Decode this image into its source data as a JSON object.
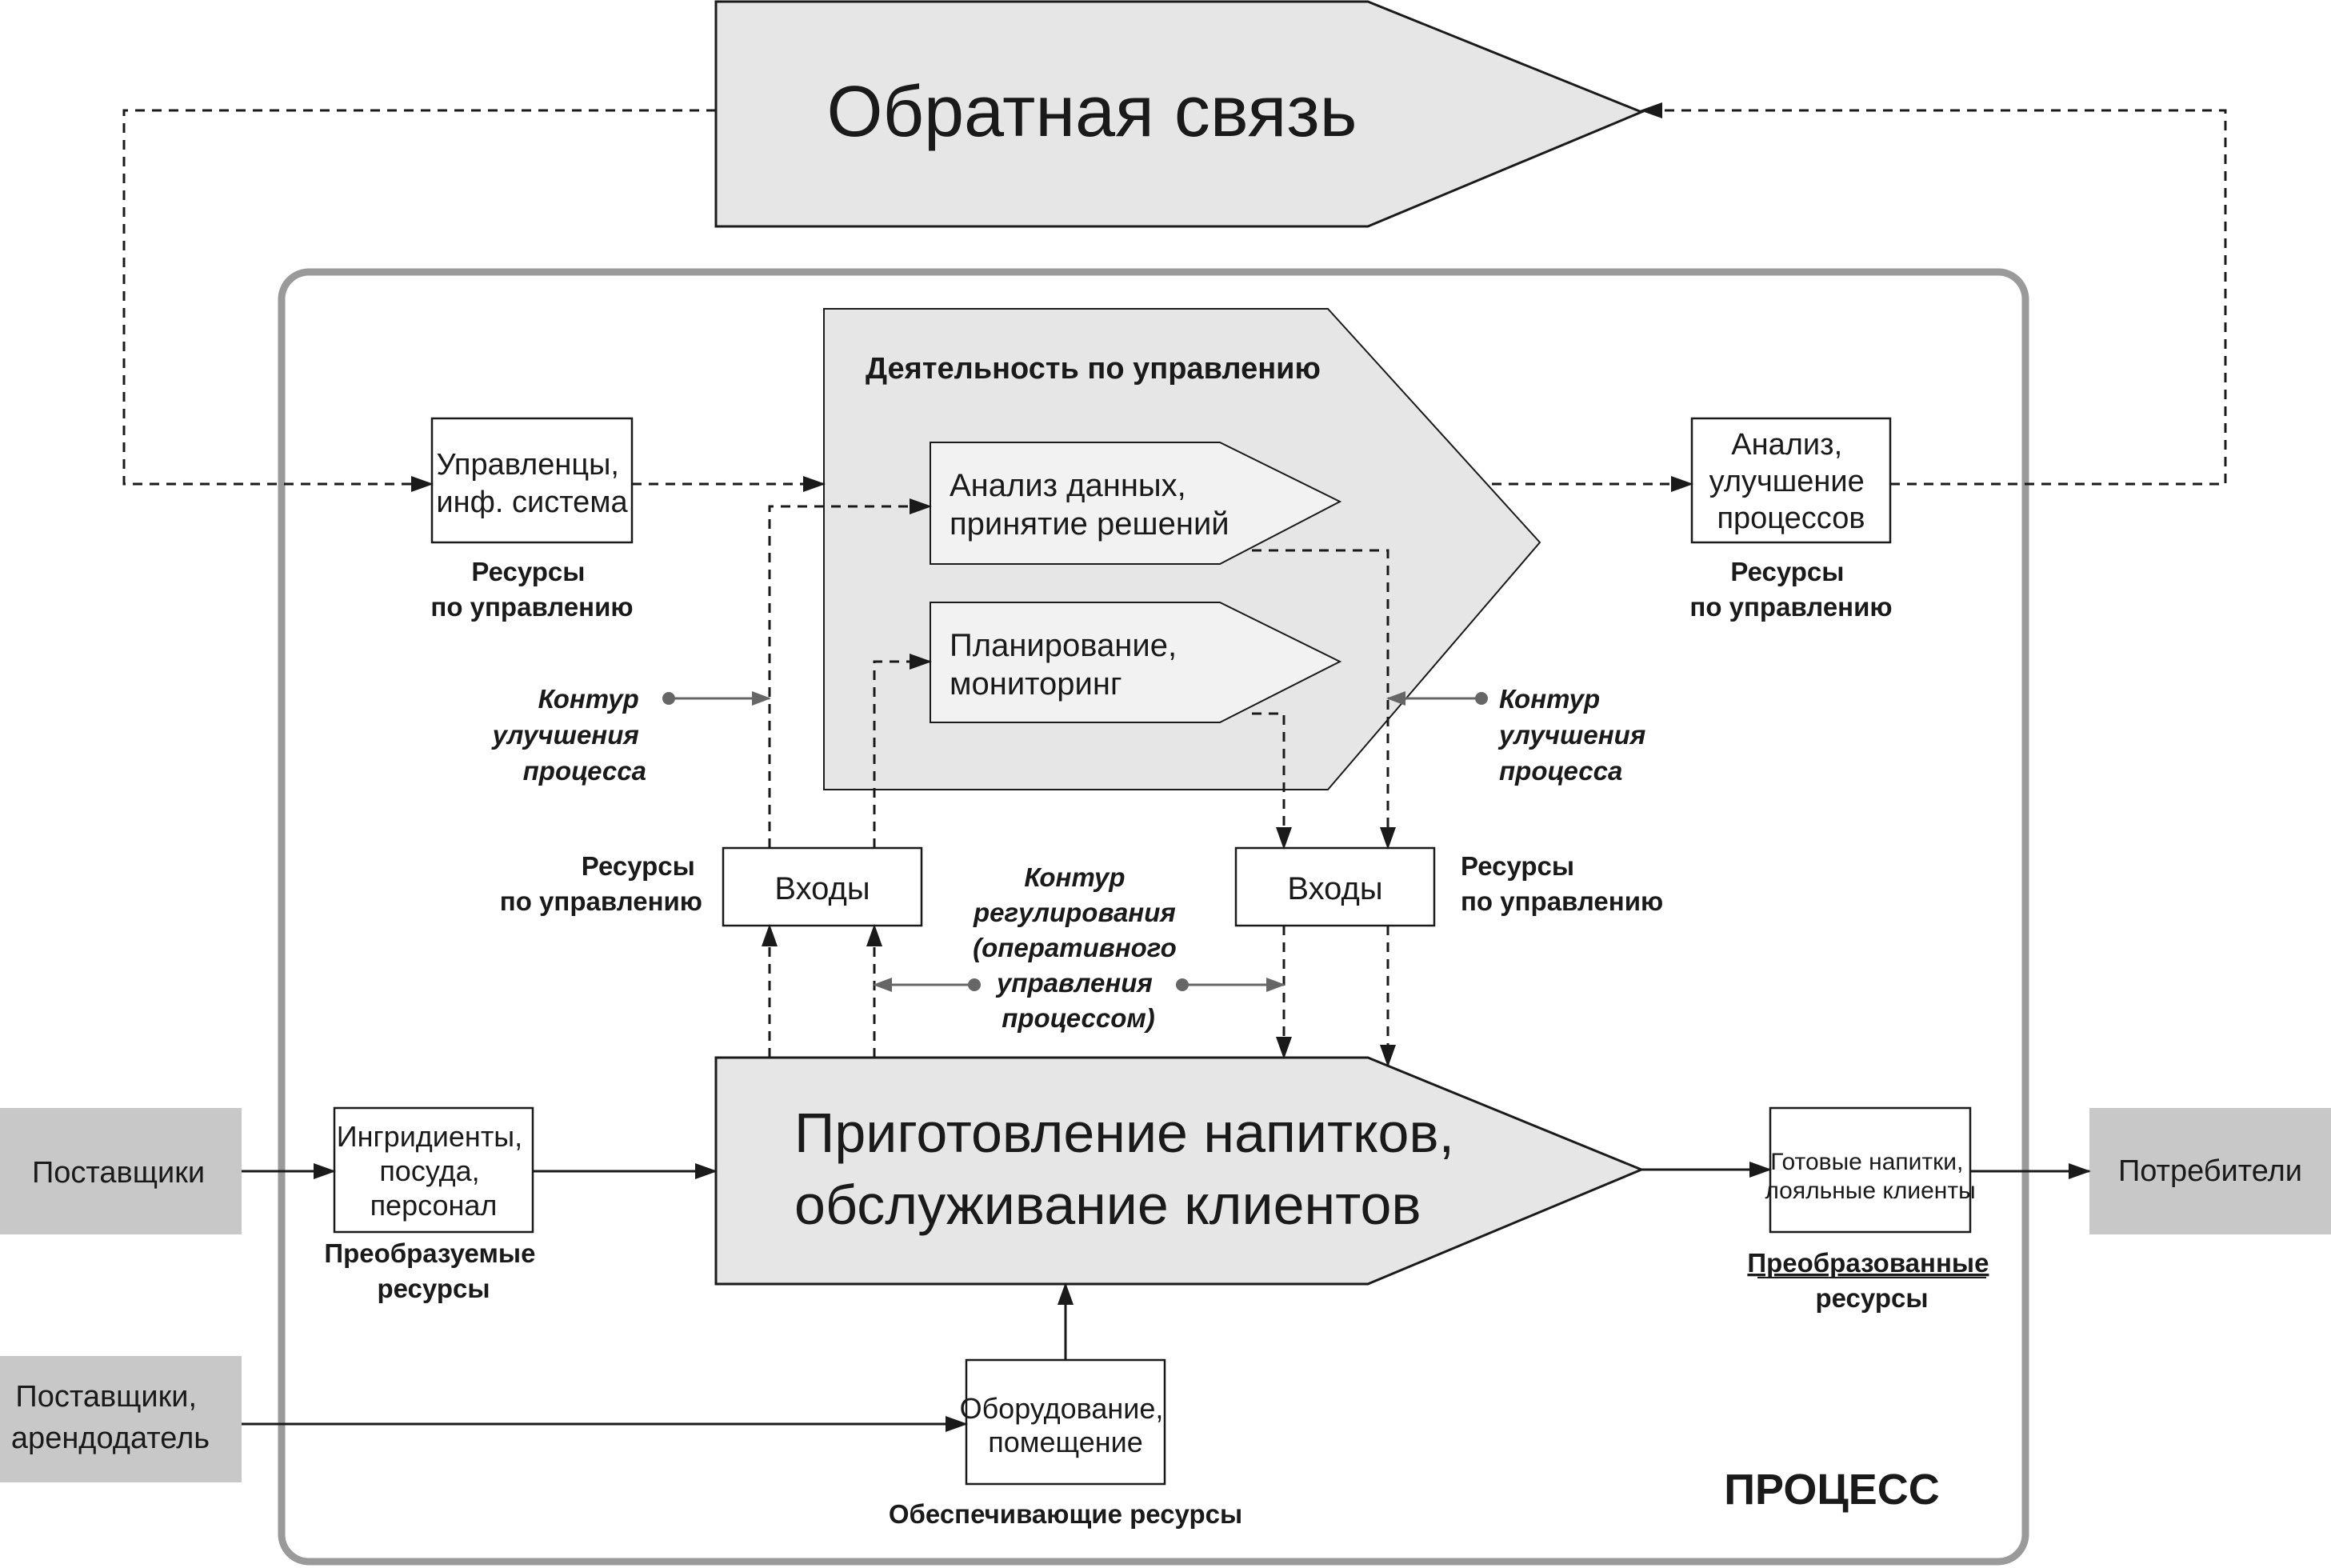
{
  "feedback": {
    "title": "Обратная связь"
  },
  "management": {
    "title": "Деятельность по управлению",
    "analysis": [
      "Анализ данных,",
      "принятие решений"
    ],
    "planning": [
      "Планирование,",
      "мониторинг"
    ]
  },
  "boxes": {
    "managers": [
      "Управленцы,",
      "инф. система"
    ],
    "improve": [
      "Анализ,",
      "улучшение",
      "процессов"
    ],
    "inputs_left": "Входы",
    "inputs_right": "Входы",
    "ingredients": [
      "Ингридиенты,",
      "посуда,",
      "персонал"
    ],
    "ready": [
      "Готовые напитки,",
      "лояльные клиенты"
    ],
    "equipment": [
      "Оборудование,",
      "помещение"
    ]
  },
  "labels": {
    "mgmt_resources_tl": [
      "Ресурсы",
      "по управлению"
    ],
    "mgmt_resources_tr": [
      "Ресурсы",
      "по управлению"
    ],
    "mgmt_resources_ml": [
      "Ресурсы",
      "по управлению"
    ],
    "mgmt_resources_mr": [
      "Ресурсы",
      "по управлению"
    ],
    "loop_left": [
      "Контур",
      "улучшения",
      "процесса"
    ],
    "loop_right": [
      "Контур",
      "улучшения",
      "процесса"
    ],
    "regulation": [
      "Контур",
      "регулирования",
      "(оперативного",
      "управления",
      "процессом)"
    ],
    "transformed": [
      "Преобразуемые",
      "ресурсы"
    ],
    "transformed_out": [
      "Преобразованные",
      "ресурсы"
    ],
    "supporting": "Обеспечивающие ресурсы",
    "process": "ПРОЦЕСС"
  },
  "main_process": [
    "Приготовление напитков,",
    "обслуживание клиентов"
  ],
  "external": {
    "suppliers": "Поставщики",
    "suppliers_landlord": [
      "Поставщики,",
      "арендодатель"
    ],
    "consumers": "Потребители"
  },
  "colors": {
    "shape_fill": "#e6e6e6",
    "inner_fill": "#f2f2f2",
    "external_fill": "#c8c8c8",
    "frame_stroke": "#9a9a9a",
    "line": "#1a1a1a",
    "regulation_line": "#666666"
  }
}
